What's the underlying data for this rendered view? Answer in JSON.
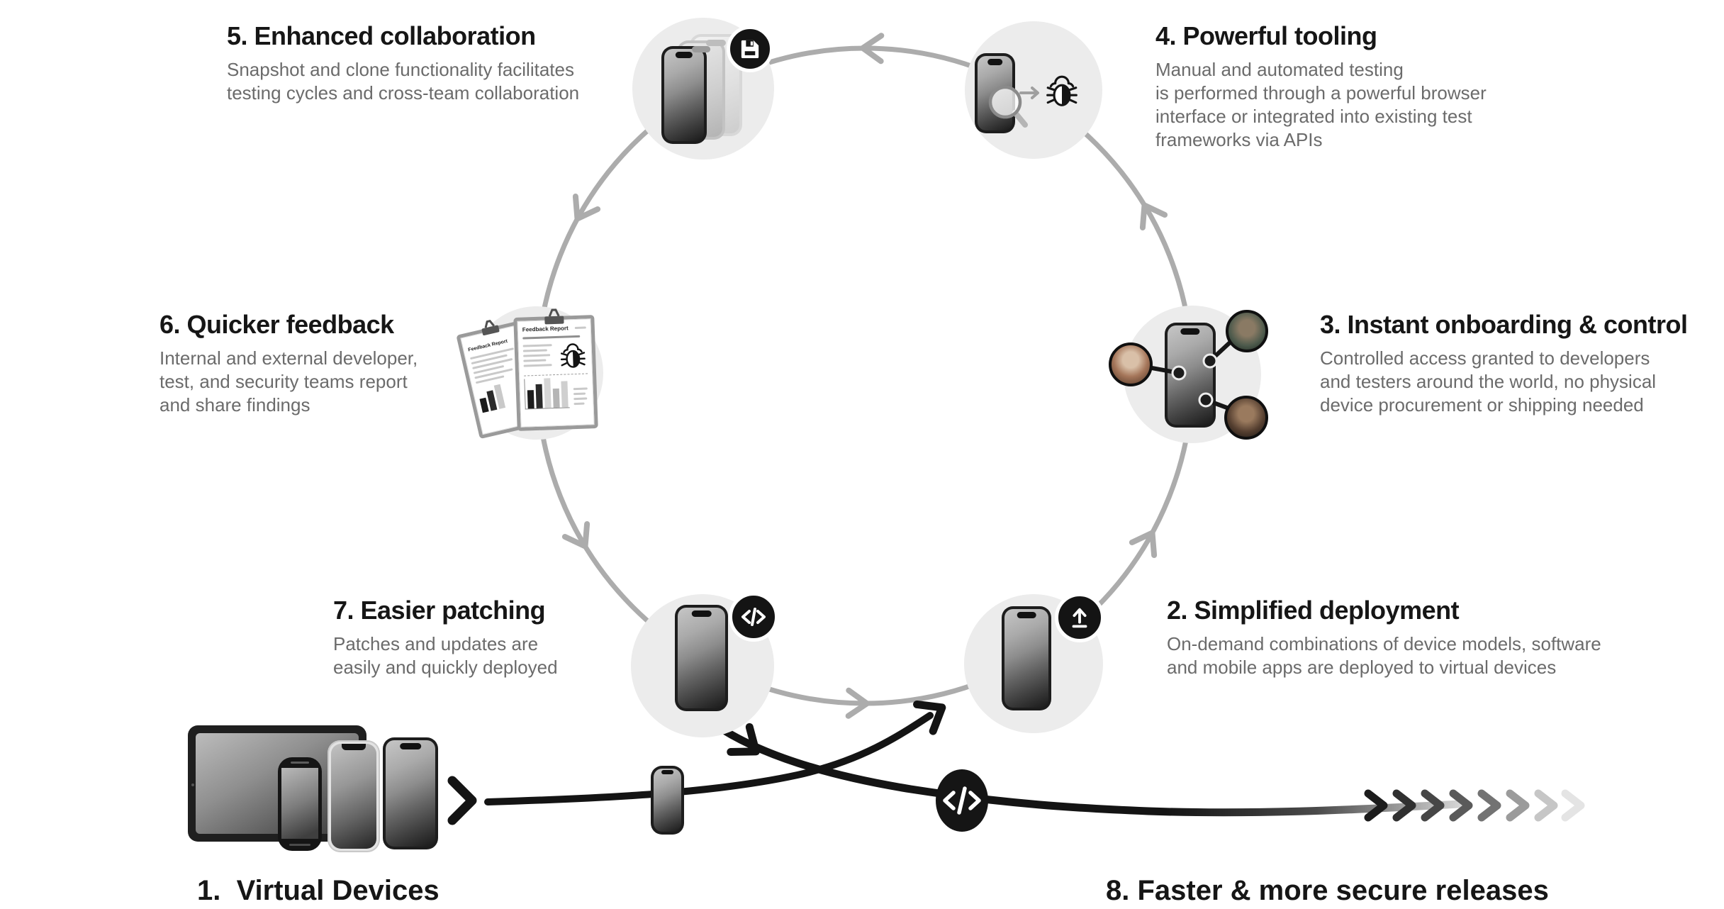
{
  "steps": {
    "1": {
      "label": "1.  Virtual Devices"
    },
    "2": {
      "title": "2. Simplified deployment",
      "body": "On-demand combinations of device models, software\nand mobile apps are deployed to virtual devices"
    },
    "3": {
      "title": "3. Instant onboarding & control",
      "body": "Controlled access granted to developers\nand testers around the world, no physical\ndevice procurement or shipping needed"
    },
    "4": {
      "title": "4. Powerful tooling",
      "body": "Manual and automated testing\nis performed through a powerful browser\ninterface or integrated into existing test\nframeworks via APIs"
    },
    "5": {
      "title": "5. Enhanced collaboration",
      "body": "Snapshot and clone functionality facilitates\ntesting cycles and cross-team collaboration"
    },
    "6": {
      "title": "6. Quicker feedback",
      "body": "Internal and external developer,\ntest, and security teams report\nand share findings"
    },
    "7": {
      "title": "7. Easier patching",
      "body": "Patches and updates are\neasily and quickly deployed"
    },
    "8": {
      "label": "8. Faster & more secure releases"
    }
  },
  "clipboard": {
    "title": "Feedback Report"
  },
  "icons": {
    "node5_badge": "floppy-save-icon",
    "node7_badge": "code-icon",
    "node2_badge": "upload-icon",
    "node4_icons": "magnifier-arrow-bug",
    "node6_icons": "bug-report-clipboards",
    "flow_mid_badge": "code-icon",
    "flow_end": "fading-chevron-arrows"
  },
  "colors": {
    "ring": "#ACACAC",
    "node_bg": "#ECECEC",
    "badge_bg": "#141414",
    "title_text": "#161616",
    "body_text": "#6B6B6B",
    "flow_line": "#141414"
  }
}
